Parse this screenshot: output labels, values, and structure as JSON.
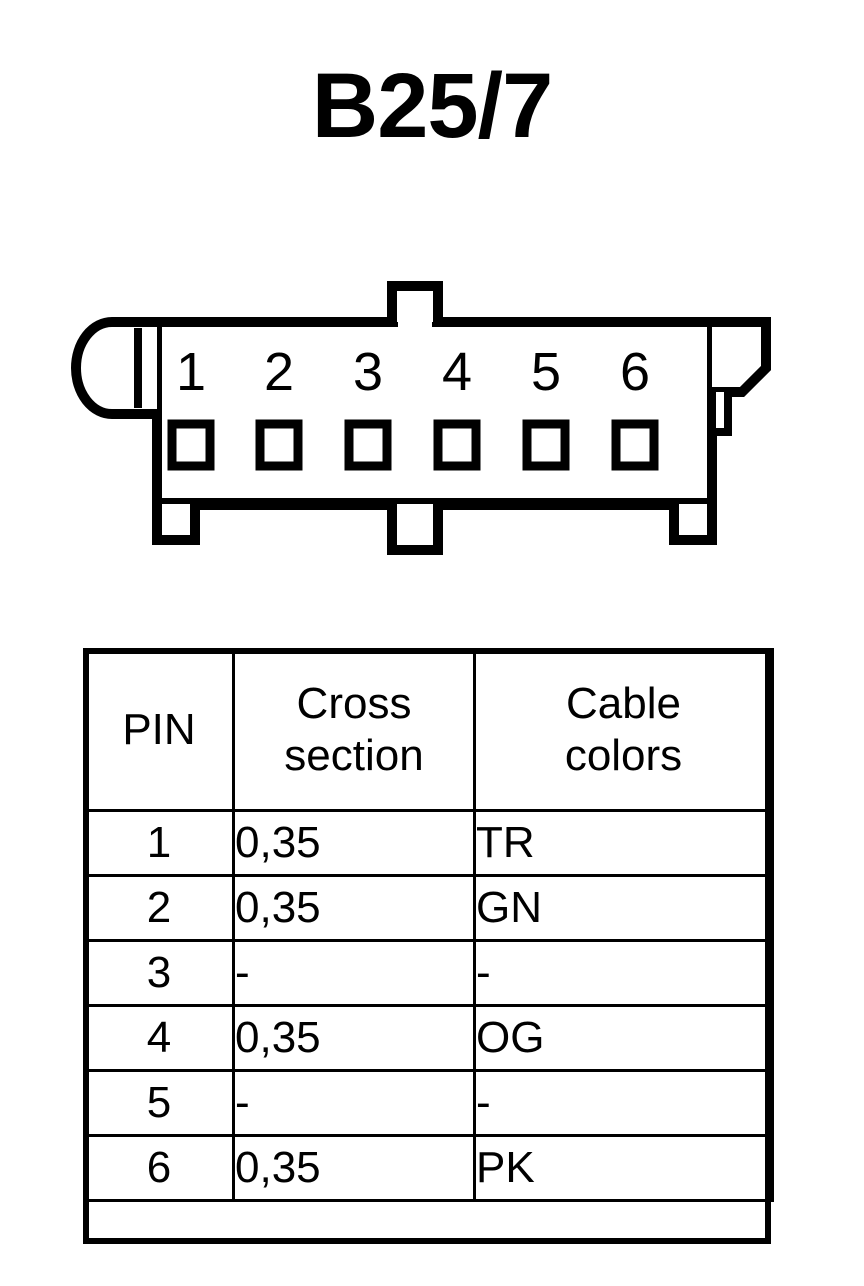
{
  "title": "B25/7",
  "connector": {
    "name": "6-way-connector-front-view",
    "pin_count": 6,
    "pin_numbers": [
      "1",
      "2",
      "3",
      "4",
      "5",
      "6"
    ],
    "outline_color": "#000000",
    "body_fill": "#ffffff"
  },
  "table": {
    "headers": {
      "pin": "PIN",
      "cross_section_line1": "Cross",
      "cross_section_line2": "section",
      "cable_colors_line1": "Cable",
      "cable_colors_line2": "colors"
    },
    "rows": [
      {
        "pin": "1",
        "cross_section": "0,35",
        "cable_color": "TR"
      },
      {
        "pin": "2",
        "cross_section": "0,35",
        "cable_color": "GN"
      },
      {
        "pin": "3",
        "cross_section": "-",
        "cable_color": "-"
      },
      {
        "pin": "4",
        "cross_section": "0,35",
        "cable_color": "OG"
      },
      {
        "pin": "5",
        "cross_section": "-",
        "cable_color": "-"
      },
      {
        "pin": "6",
        "cross_section": "0,35",
        "cable_color": "PK"
      }
    ]
  }
}
